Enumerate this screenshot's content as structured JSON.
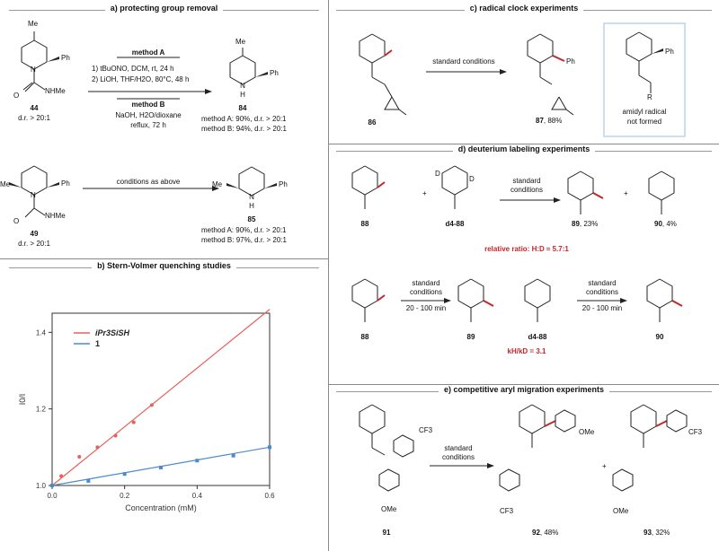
{
  "colors": {
    "accent_red": "#c0282b",
    "series_red": "#e8605a",
    "series_blue": "#4a8bc8",
    "box_blue": "#b9d6ee"
  },
  "panel_a": {
    "title": "a) protecting group removal",
    "method_a_label": "method A",
    "method_a_step1": "1) tBuONO, DCM, rt, 24 h",
    "method_a_step2": "2) LiOH, THF/H2O, 80°C, 48 h",
    "method_b_label": "method B",
    "method_b_line1": "NaOH, H2O/dioxane",
    "method_b_line2": "reflux, 72 h",
    "sm1_id": "44",
    "sm1_dr": "d.r. > 20:1",
    "p1_id": "84",
    "p1_a": "method A: 90%, d.r. > 20:1",
    "p1_b": "method B: 94%, d.r. > 20:1",
    "arrow2_label": "conditions as above",
    "sm2_id": "49",
    "sm2_dr": "d.r. > 20:1",
    "p2_id": "85",
    "p2_a": "method A: 90%, d.r. > 20:1",
    "p2_b": "method B: 97%, d.r. > 20:1",
    "atoms": {
      "me": "Me",
      "ph": "Ph",
      "n": "N",
      "nh": "N\nH",
      "nhme": "NHMe",
      "o": "O"
    }
  },
  "panel_b": {
    "title": "b) Stern-Volmer quenching studies"
  },
  "chart_data": {
    "type": "scatter",
    "xlabel": "Concentration (mM)",
    "ylabel": "I0/I",
    "xlim": [
      0,
      0.6
    ],
    "ylim": [
      1.0,
      1.45
    ],
    "x_ticks": [
      "0.0",
      "0.2",
      "0.4",
      "0.6"
    ],
    "y_ticks": [
      "1.0",
      "1.2",
      "1.4"
    ],
    "legend_placement": "top-left",
    "series": [
      {
        "name": "iPr3SiSH",
        "color": "#e8605a",
        "x": [
          0,
          0.025,
          0.075,
          0.125,
          0.175,
          0.225,
          0.275
        ],
        "y": [
          1.0,
          1.025,
          1.075,
          1.1,
          1.13,
          1.165,
          1.21
        ],
        "fit": [
          [
            0,
            1.0
          ],
          [
            0.6,
            1.46
          ]
        ]
      },
      {
        "name": "1",
        "color": "#4a8bc8",
        "x": [
          0,
          0.1,
          0.2,
          0.3,
          0.4,
          0.5,
          0.6
        ],
        "y": [
          1.0,
          1.012,
          1.03,
          1.047,
          1.065,
          1.078,
          1.1
        ],
        "fit": [
          [
            0,
            1.0
          ],
          [
            0.6,
            1.1
          ]
        ]
      }
    ]
  },
  "panel_c": {
    "title": "c) radical clock experiments",
    "arrow_label": "standard conditions",
    "sm_id": "86",
    "p_id": "87",
    "p_yield": ", 88%",
    "box_line1": "amidyl radical",
    "box_line2": "not formed",
    "box_r": "R"
  },
  "panel_d": {
    "title": "d) deuterium labeling experiments",
    "arrow1_label_1": "standard",
    "arrow1_label_2": "conditions",
    "sm1_id": "88",
    "sm2_id": "d4-88",
    "p1_id": "89",
    "p1_yield": ", 23%",
    "p2_id": "90",
    "p2_yield": ", 4%",
    "plus": "+",
    "ratio": "relative ratio:  H:D ≈ 5.7:1",
    "arrow2_label_1": "standard",
    "arrow2_label_2": "conditions",
    "arrow2_time": "20 - 100 min",
    "arrow3_label_1": "standard",
    "arrow3_label_2": "conditions",
    "arrow3_time": "20 - 100 min",
    "row2_sm1_id": "88",
    "row2_p1_id": "89",
    "row2_sm2_id": "d4-88",
    "row2_p2_id": "90",
    "kie": "kH/kD = 3.1",
    "d": "D"
  },
  "panel_e": {
    "title": "e) competitive aryl migration experiments",
    "arrow_label_1": "standard",
    "arrow_label_2": "conditions",
    "sm_id": "91",
    "p1_id": "92",
    "p1_yield": ", 48%",
    "p2_id": "93",
    "p2_yield": ", 32%",
    "plus": "+",
    "cf3": "CF3",
    "ome": "OMe"
  }
}
